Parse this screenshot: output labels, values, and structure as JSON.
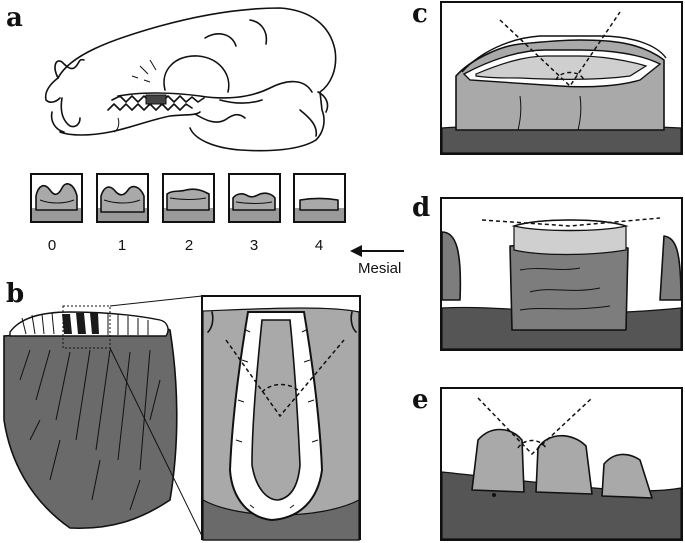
{
  "panels": {
    "a": {
      "letter": "a"
    },
    "b": {
      "letter": "b"
    },
    "c": {
      "letter": "c"
    },
    "d": {
      "letter": "d"
    },
    "e": {
      "letter": "e"
    }
  },
  "wear_stages": [
    "0",
    "1",
    "2",
    "3",
    "4"
  ],
  "direction_label": "Mesial",
  "colors": {
    "gum": "#555555",
    "tooth": "#a9a9a9",
    "tooth_dark": "#7d7d7d",
    "enamel": "#ffffff",
    "ink": "#111111"
  }
}
